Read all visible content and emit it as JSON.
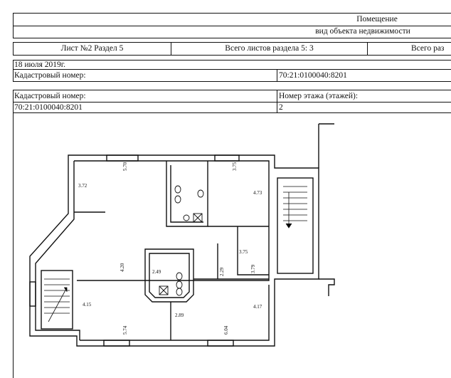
{
  "header": {
    "title": "Помещение",
    "subtitle": "вид объекта недвижимости"
  },
  "sheet_row": {
    "sheet": "Лист №2  Раздел 5",
    "total_section": "Всего листов раздела 5: 3",
    "total_clipped": "Всего раз"
  },
  "info": {
    "date": "18 июля 2019г.",
    "cadastral_label": "Кадастровый номер:",
    "cadastral_value": "70:21:0100040:8201"
  },
  "object": {
    "cadastral_label": "Кадастровый номер:",
    "cadastral_value": "70:21:0100040:8201",
    "floor_label": "Номер этажа (этажей):",
    "floor_value": "2"
  },
  "plan": {
    "dimensions": [
      "3.72",
      "5.70",
      "3.75",
      "4.73",
      "3.75",
      "4.20",
      "2.49",
      "2.29",
      "3.79",
      "4.15",
      "5.74",
      "2.89",
      "6.04",
      "4.17"
    ]
  }
}
